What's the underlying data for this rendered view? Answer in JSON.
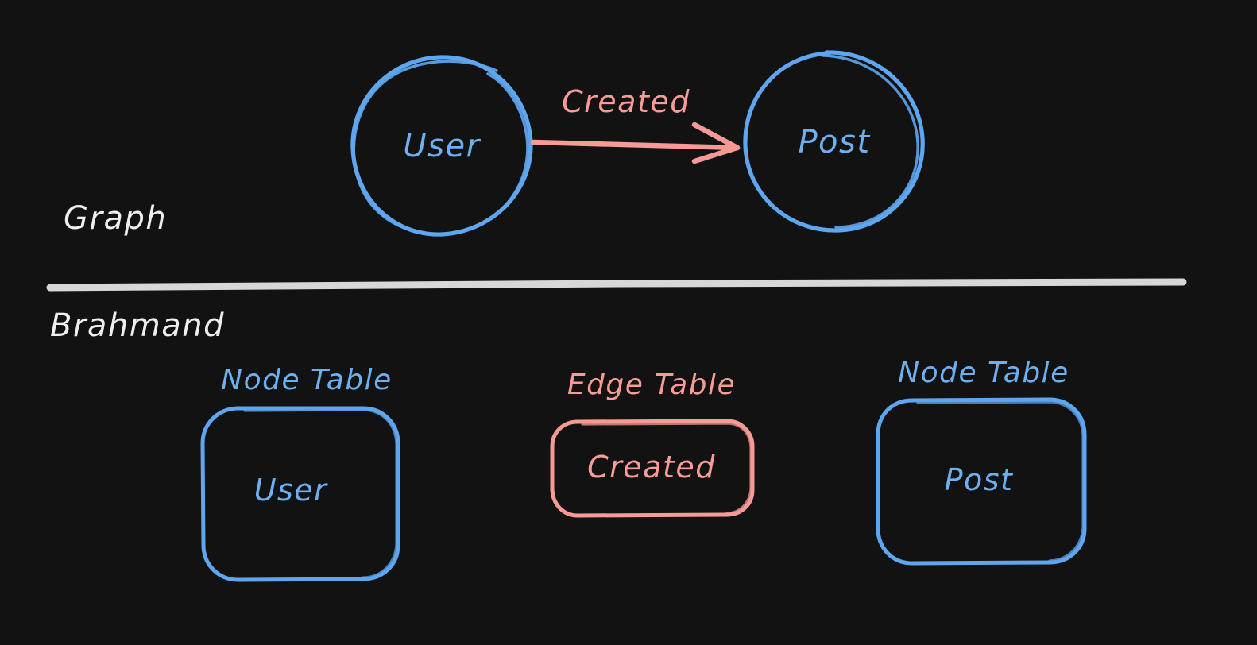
{
  "diagram": {
    "title_visible": false,
    "background_color": "#121212",
    "colors": {
      "node_blue": "#6cb0f2",
      "edge_red": "#f99b96",
      "text_white": "#efefef",
      "divider": "#e2e2e2"
    }
  },
  "sections": {
    "graph": {
      "label": "Graph",
      "nodes": [
        {
          "id": "user",
          "label": "User",
          "shape": "circle",
          "color": "#6cb0f2"
        },
        {
          "id": "post",
          "label": "Post",
          "shape": "circle",
          "color": "#6cb0f2"
        }
      ],
      "edges": [
        {
          "id": "created",
          "label": "Created",
          "from": "user",
          "to": "post",
          "color": "#f99b96",
          "arrow": "arrow-right-icon"
        }
      ]
    },
    "brahmand": {
      "label": "Brahmand",
      "tables": [
        {
          "id": "user-table",
          "caption": "Node Table",
          "label": "User",
          "kind": "node",
          "color": "#6cb0f2"
        },
        {
          "id": "created-table",
          "caption": "Edge Table",
          "label": "Created",
          "kind": "edge",
          "color": "#f99b96"
        },
        {
          "id": "post-table",
          "caption": "Node Table",
          "label": "Post",
          "kind": "node",
          "color": "#6cb0f2"
        }
      ]
    }
  },
  "divider": {
    "name": "section-divider"
  }
}
